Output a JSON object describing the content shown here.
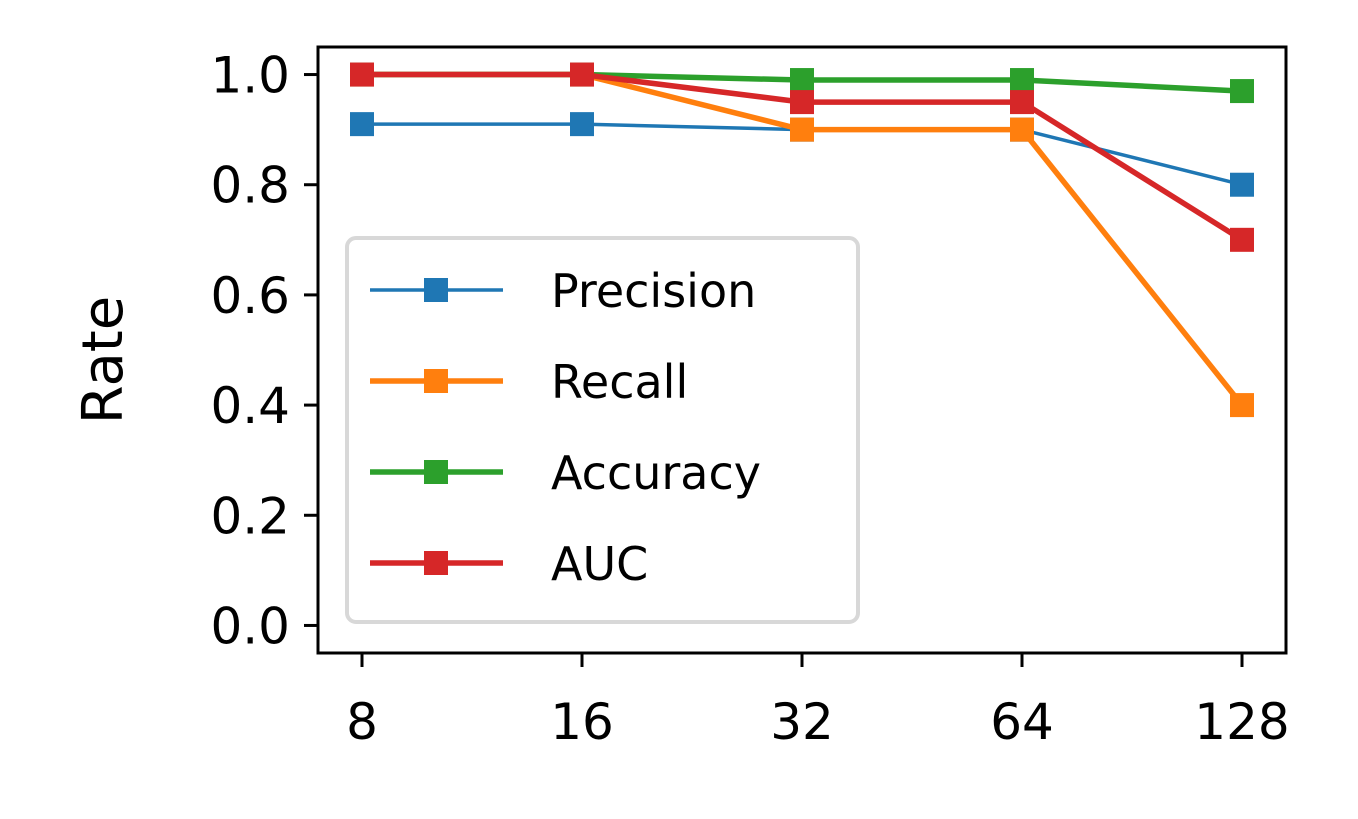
{
  "chart_data": {
    "type": "line",
    "x": [
      "8",
      "16",
      "32",
      "64",
      "128"
    ],
    "xlabel": "",
    "ylabel": "Rate",
    "ylim": [
      -0.05,
      1.05
    ],
    "yticks": [
      "0.0",
      "0.2",
      "0.4",
      "0.6",
      "0.8",
      "1.0"
    ],
    "grid": false,
    "legend_position": "center-left",
    "marker": "square",
    "series": [
      {
        "name": "Precision",
        "color": "#1f77b4",
        "values": [
          0.91,
          0.91,
          0.9,
          0.9,
          0.8
        ]
      },
      {
        "name": "Recall",
        "color": "#ff7f0e",
        "values": [
          1.0,
          1.0,
          0.9,
          0.9,
          0.4
        ]
      },
      {
        "name": "Accuracy",
        "color": "#2ca02c",
        "values": [
          1.0,
          1.0,
          0.99,
          0.99,
          0.97
        ]
      },
      {
        "name": "AUC",
        "color": "#d62728",
        "values": [
          1.0,
          1.0,
          0.95,
          0.95,
          0.7
        ]
      }
    ]
  }
}
